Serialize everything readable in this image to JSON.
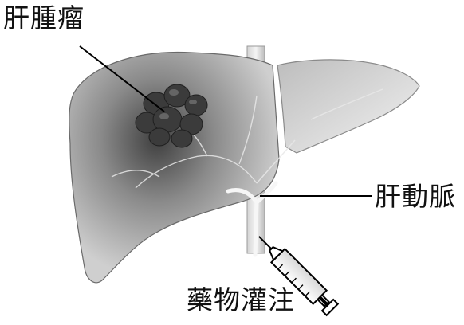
{
  "labels": {
    "tumor": "肝腫瘤",
    "artery": "肝動脈",
    "infusion": "藥物灌注"
  },
  "icons": [
    "liver-illustration",
    "tumor-cluster",
    "hepatic-artery",
    "syringe-icon"
  ],
  "colors": {
    "liver_light": "#e6e6e6",
    "liver_dark": "#5a5a5a",
    "tumor": "#3a3a3a",
    "vessel": "#dcdcdc",
    "text": "#111111",
    "line": "#000000"
  }
}
